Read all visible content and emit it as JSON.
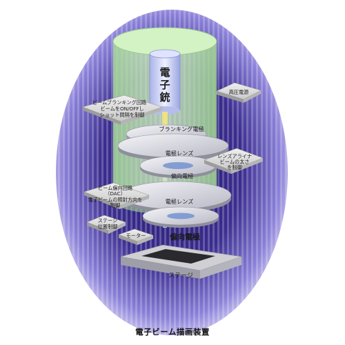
{
  "caption": "電子ビーム描画装置",
  "components": {
    "gun": [
      "電",
      "子",
      "銃"
    ],
    "blanking_electrode": "ブランキング電極",
    "lens_upper": "電極レンズ",
    "deflector_upper": "偏向電極",
    "lens_lower": "電極レンズ",
    "deflector_lower": "偏向電極",
    "stage": "ステージ"
  },
  "annotations": {
    "high_voltage": [
      "高圧電源"
    ],
    "blanking_circuit": [
      "ビームブランキング回路",
      "ビームをON/OFFし",
      "ショット間隔を制御"
    ],
    "lens_align": [
      "レンズアライナ",
      "ビームの太さ",
      "を制御"
    ],
    "deflect_circuit": [
      "ビーム偏向回路",
      "（DAC）",
      "電子ビームの照射方向を",
      "制御"
    ],
    "stage_control": [
      "ステージ",
      "位置制御"
    ],
    "motor": [
      "モーター"
    ]
  },
  "colors": {
    "background_glow": "#3a2d8f",
    "ellipse_edge": "#b9b2ea",
    "column": "#c6efb4",
    "disc": "#e6e6ee",
    "stage_top": "#d4d4d8"
  }
}
